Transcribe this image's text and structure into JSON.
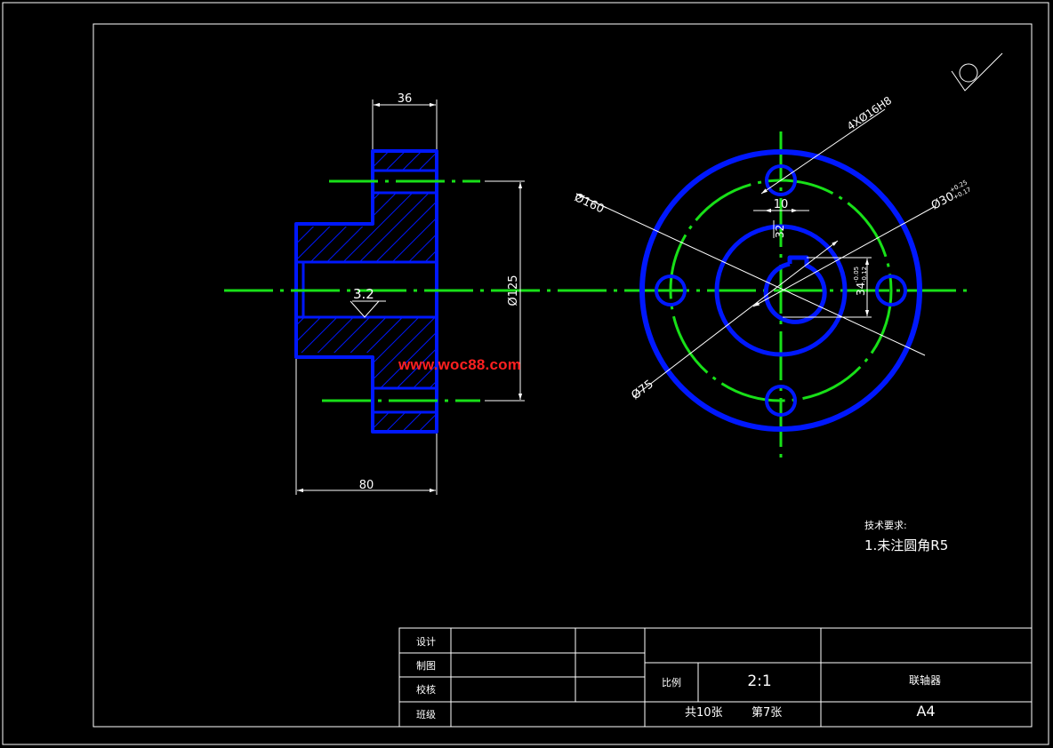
{
  "dimensions": {
    "width_36": "36",
    "width_80": "80",
    "dia_125": "Ø125",
    "roughness": "3.2",
    "dia_160": "Ø160",
    "holes": "4XØ16H8",
    "bore": "Ø30",
    "bore_tol_upper": "+0.25",
    "bore_tol_lower": "+0.17",
    "key_width": "10",
    "key_depth": "32",
    "key_34": "34",
    "key_34_upper": "-0.05",
    "key_34_lower": "-0.12",
    "dia_75": "Ø75"
  },
  "watermark": "www.woc88.com",
  "notes": {
    "title": "技术要求:",
    "item1": "1.未注圆角R5"
  },
  "title_block": {
    "design": "设计",
    "drawing": "制图",
    "check": "校核",
    "class": "班级",
    "scale_label": "比例",
    "scale_value": "2:1",
    "sheets_total": "共10张",
    "sheet_no": "第7张",
    "part_name": "联轴器",
    "paper": "A4"
  },
  "colors": {
    "outline": "#0018ff",
    "centerline": "#18e018",
    "dimension": "#ffffff",
    "watermark": "#ff2020",
    "background": "#000000"
  }
}
